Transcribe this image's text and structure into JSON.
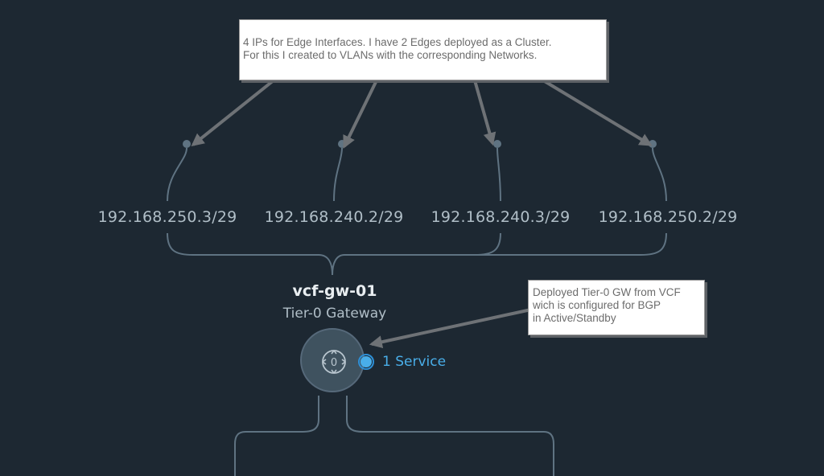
{
  "diagram": {
    "interfaces": [
      {
        "ip": "192.168.250.3/29"
      },
      {
        "ip": "192.168.240.2/29"
      },
      {
        "ip": "192.168.240.3/29"
      },
      {
        "ip": "192.168.250.2/29"
      }
    ],
    "gateway": {
      "name": "vcf-gw-01",
      "type": "Tier-0 Gateway",
      "icon": "router-icon",
      "service_label": "1 Service"
    },
    "annotations": {
      "top": [
        "4 IPs for Edge Interfaces. I have 2 Edges deployed as a Cluster.",
        "For this I created to VLANs with the corresponding Networks."
      ],
      "right": [
        "Deployed Tier-0 GW from VCF",
        "wich is configured for BGP",
        "in Active/Standby"
      ]
    },
    "colors": {
      "background": "#1d2832",
      "line": "#5f7382",
      "arrow": "#6e7276",
      "accent": "#49aee9",
      "node": "#3f525f"
    }
  }
}
